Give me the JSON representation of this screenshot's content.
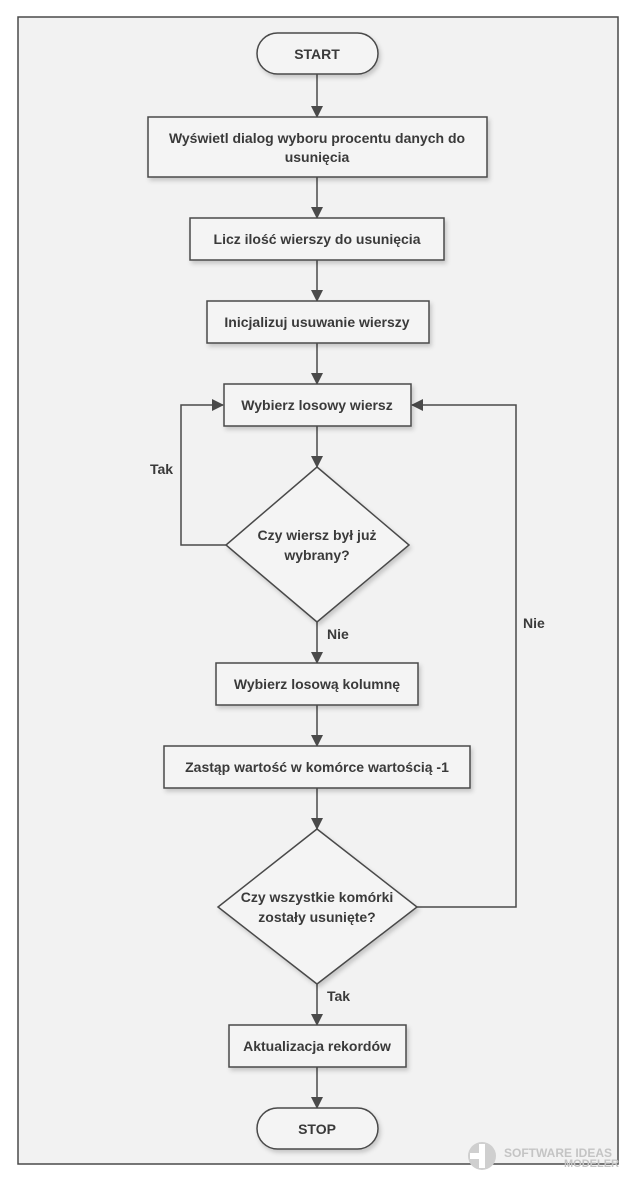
{
  "diagram": {
    "nodes": {
      "start": "START",
      "show_dialog_1": "Wyświetl dialog wyboru procentu danych do",
      "show_dialog_2": "usunięcia",
      "count_rows": "Licz ilość wierszy do usunięcia",
      "init_removal": "Inicjalizuj usuwanie wierszy",
      "pick_row": "Wybierz losowy wiersz",
      "row_chosen_1": "Czy wiersz był już",
      "row_chosen_2": "wybrany?",
      "pick_col": "Wybierz losową kolumnę",
      "replace_value": "Zastąp wartość w komórce wartością -1",
      "all_removed_1": "Czy wszystkie komórki",
      "all_removed_2": "zostały usunięte?",
      "update_records": "Aktualizacja rekordów",
      "stop": "STOP"
    },
    "edge_labels": {
      "yes_loop": "Tak",
      "no_down": "Nie",
      "no_loop": "Nie",
      "yes_down": "Tak"
    }
  },
  "watermark": {
    "line1": "SOFTWARE IDEAS",
    "line2": "MODELER"
  },
  "colors": {
    "node_fill": "#f4f4f4",
    "stroke": "#4a4a4a",
    "text": "#3a3a3a",
    "watermark": "#c4c4c4"
  }
}
